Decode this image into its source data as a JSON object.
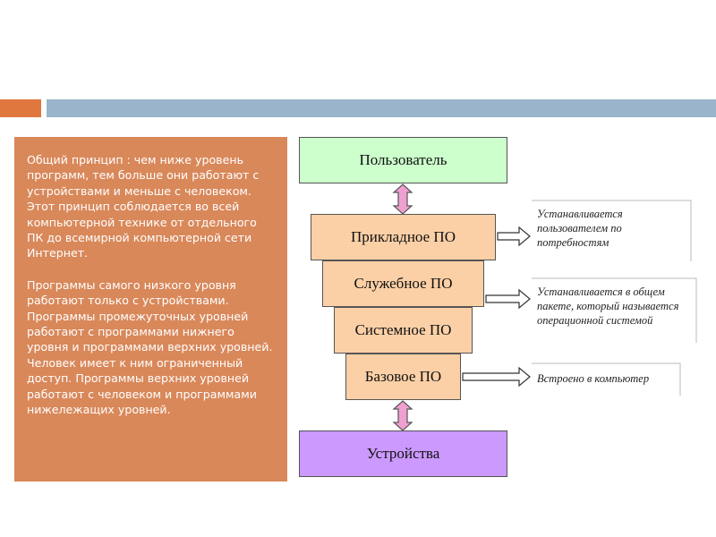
{
  "text_box": {
    "paragraph1": "Общий принцип : чем ниже уровень программ, тем больше они работают с устройствами и меньше с человеком. Этот принцип соблюдается во всей компьютерной технике от отдельного ПК до всемирной компьютерной сети Интернет.",
    "paragraph2": "Программы самого низкого уровня работают только с устройствами. Программы промежуточных уровней работают с программами нижнего уровня и программами верхних уровней. Человек имеет к ним ограниченный доступ. Программы верхних уровней работают с человеком и программами нижележащих уровней."
  },
  "diagram": {
    "layers": {
      "user": "Пользователь",
      "application": "Прикладное ПО",
      "utility": "Служебное ПО",
      "system": "Системное ПО",
      "base": "Базовое ПО",
      "devices": "Устройства"
    },
    "notes": {
      "application": "Устанавливается пользователем по потребностям",
      "system": "Устанавливается в общем пакете, который называется операционной системой",
      "base": "Встроено в компьютер"
    }
  },
  "colors": {
    "accent_orange": "#e0773f",
    "accent_blue": "#9ab4cb",
    "text_box_bg": "#d9885a",
    "user_box": "#ccffcc",
    "software_box": "#fcd0a6",
    "devices_box": "#cc99ff",
    "arrow_fill": "#f0a0d0"
  }
}
